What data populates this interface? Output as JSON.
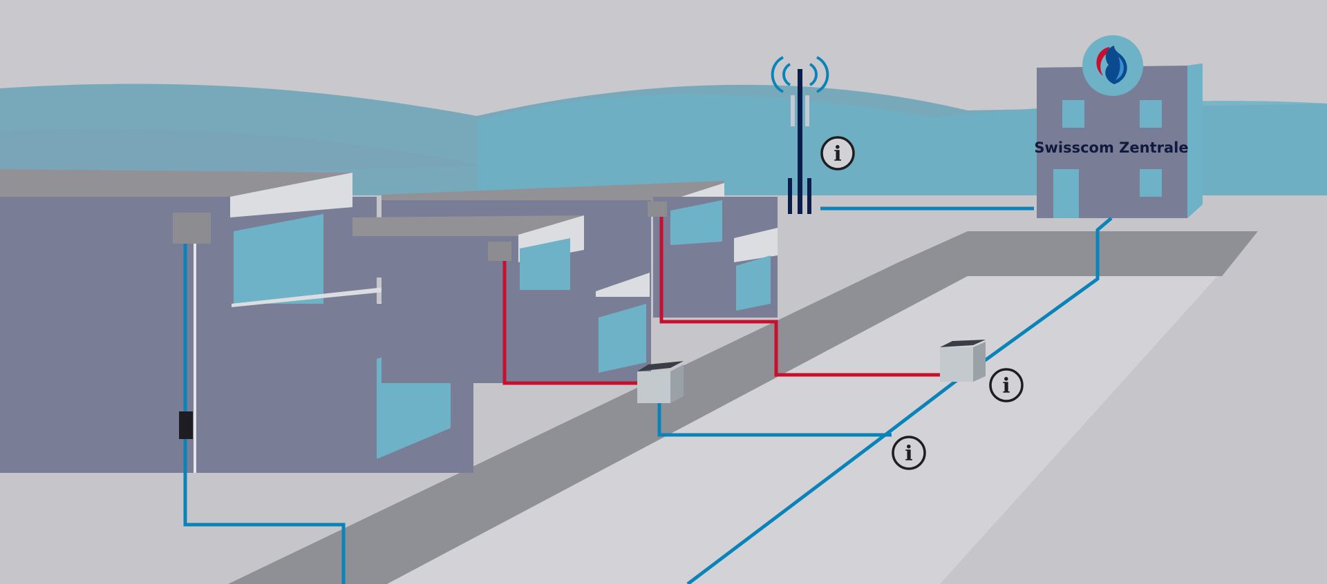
{
  "headquarters": {
    "label": "Swisscom Zentrale"
  },
  "info_buttons": [
    {
      "id": "antenna",
      "symbol": "i"
    },
    {
      "id": "distribution-box",
      "symbol": "i"
    },
    {
      "id": "street-cable",
      "symbol": "i"
    }
  ],
  "colors": {
    "sky": "#c8c8cc",
    "hills": "#6aaec2",
    "building": "#7a7d96",
    "window": "#6eb2c8",
    "road": "#8f9095",
    "sidewalk": "#d2d2d6",
    "fiber_cable": "#0a84b8",
    "copper_cable": "#c8102e",
    "tower": "#0b1d4a"
  },
  "icons": [
    "cell-tower-icon",
    "swisscom-logo-icon",
    "info-icon"
  ]
}
